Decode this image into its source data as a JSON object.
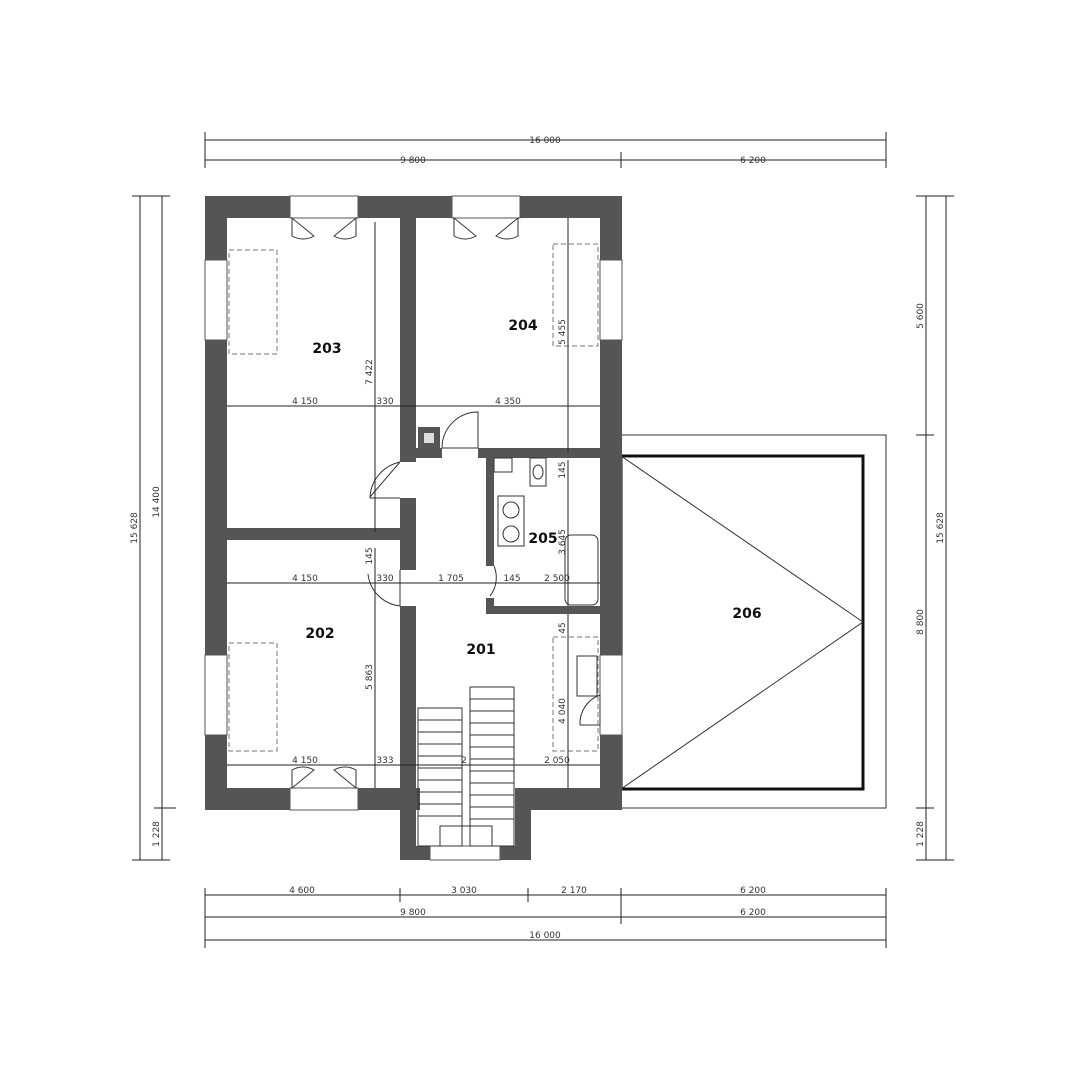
{
  "rooms": {
    "r201": "201",
    "r202": "202",
    "r203": "203",
    "r204": "204",
    "r205": "205",
    "r206": "206"
  },
  "dims": {
    "top_overall": "16 000",
    "top_left": "9 800",
    "top_right": "6 200",
    "bottom_1": "4 600",
    "bottom_2": "3 030",
    "bottom_3": "2 170",
    "bottom_4": "6 200",
    "bottom_left": "9 800",
    "bottom_right": "6 200",
    "bottom_overall": "16 000",
    "left_overall": "15 628",
    "left_main": "14 400",
    "left_small": "1 228",
    "right_top": "5 600",
    "right_overall": "15 628",
    "right_mid": "8 800",
    "right_small": "1 228",
    "r203_width": "4 150",
    "r203_gap": "330",
    "r203_height": "7 422",
    "r204_width": "4 350",
    "r204_height": "5 455",
    "r202_width_top": "4 150",
    "r202_gap_top": "330",
    "hall_width": "1 705",
    "bath_gap": "145",
    "bath_width": "2 500",
    "bath_height": "3 645",
    "gap_145_a": "145",
    "gap_145_b": "145",
    "gap_145_c": "45",
    "r202_height": "5 863",
    "r202_width_bottom": "4 150",
    "r202_gap_bottom": "333",
    "closet_height": "4 040",
    "closet_width": "2 050",
    "stair_mark": "2"
  }
}
